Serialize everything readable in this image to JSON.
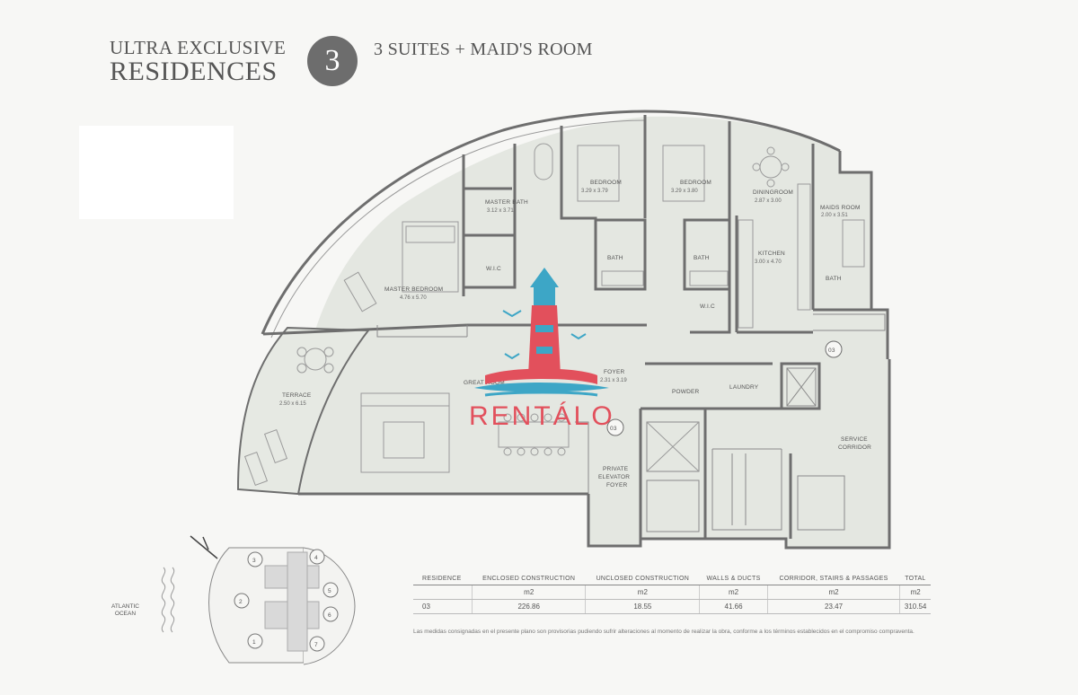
{
  "header": {
    "title_line1": "ULTRA EXCLUSIVE",
    "title_line2": "RESIDENCES",
    "badge": "3",
    "subtitle": "3 SUITES + MAID'S ROOM"
  },
  "rooms": {
    "master_bath": {
      "name": "MASTER BATH",
      "dims": "3.12 x 3.71"
    },
    "bedroom_1": {
      "name": "BEDROOM",
      "dims": "3.29 x 3.79"
    },
    "bedroom_2": {
      "name": "BEDROOM",
      "dims": "3.29 x 3.80"
    },
    "diningroom": {
      "name": "DININGROOM",
      "dims": "2.87 x 3.00"
    },
    "maids_room": {
      "name": "MAIDS ROOM",
      "dims": "2.00 x 3.51"
    },
    "kitchen": {
      "name": "KITCHEN",
      "dims": "3.00 x 4.70"
    },
    "master_bedroom": {
      "name": "MASTER BEDROOM",
      "dims": "4.76 x 5.70"
    },
    "terrace": {
      "name": "TERRACE",
      "dims": "2.50 x 6.15"
    },
    "foyer": {
      "name": "FOYER",
      "dims": "2.31 x 3.19"
    },
    "great_room": {
      "name": "GREAT ROOM",
      "dims": ""
    },
    "wic_1": "W.I.C",
    "wic_2": "W.I.C",
    "bath_1": "BATH",
    "bath_2": "BATH",
    "bath_maid": "BATH",
    "powder": "POWDER",
    "laundry": "LAUNDRY",
    "private_elevator_foyer": [
      "PRIVATE",
      "ELEVATOR",
      "FOYER"
    ],
    "service_corridor": [
      "SERVICE",
      "CORRIDOR"
    ],
    "unit_tag_1": "03",
    "unit_tag_2": "03"
  },
  "watermark": {
    "text": "RENTÁLO"
  },
  "keyplan": {
    "units": [
      "1",
      "2",
      "3",
      "4",
      "5",
      "6",
      "7"
    ],
    "ocean_label": [
      "ATLANTIC",
      "OCEAN"
    ]
  },
  "area_table": {
    "headers": [
      "RESIDENCE",
      "ENCLOSED CONSTRUCTION",
      "UNCLOSED CONSTRUCTION",
      "WALLS & DUCTS",
      "CORRIDOR, STAIRS & PASSAGES",
      "TOTAL"
    ],
    "units": [
      "",
      "m2",
      "m2",
      "m2",
      "m2",
      "m2"
    ],
    "rows": [
      [
        "03",
        "226.86",
        "18.55",
        "41.66",
        "23.47",
        "310.54"
      ]
    ]
  },
  "disclaimer": "Las medidas consignadas en el presente plano son provisorias pudiendo sufrir alteraciones al momento de realizar la obra, conforme a los términos establecidos en el compromiso compraventa.",
  "colors": {
    "wall": "#6e6e6e",
    "floor": "#e4e7e1",
    "furniture": "#9a9a9a",
    "lighthouse_red": "#e2505c",
    "lighthouse_teal": "#3da6c6",
    "badge": "#6d6d6d"
  }
}
